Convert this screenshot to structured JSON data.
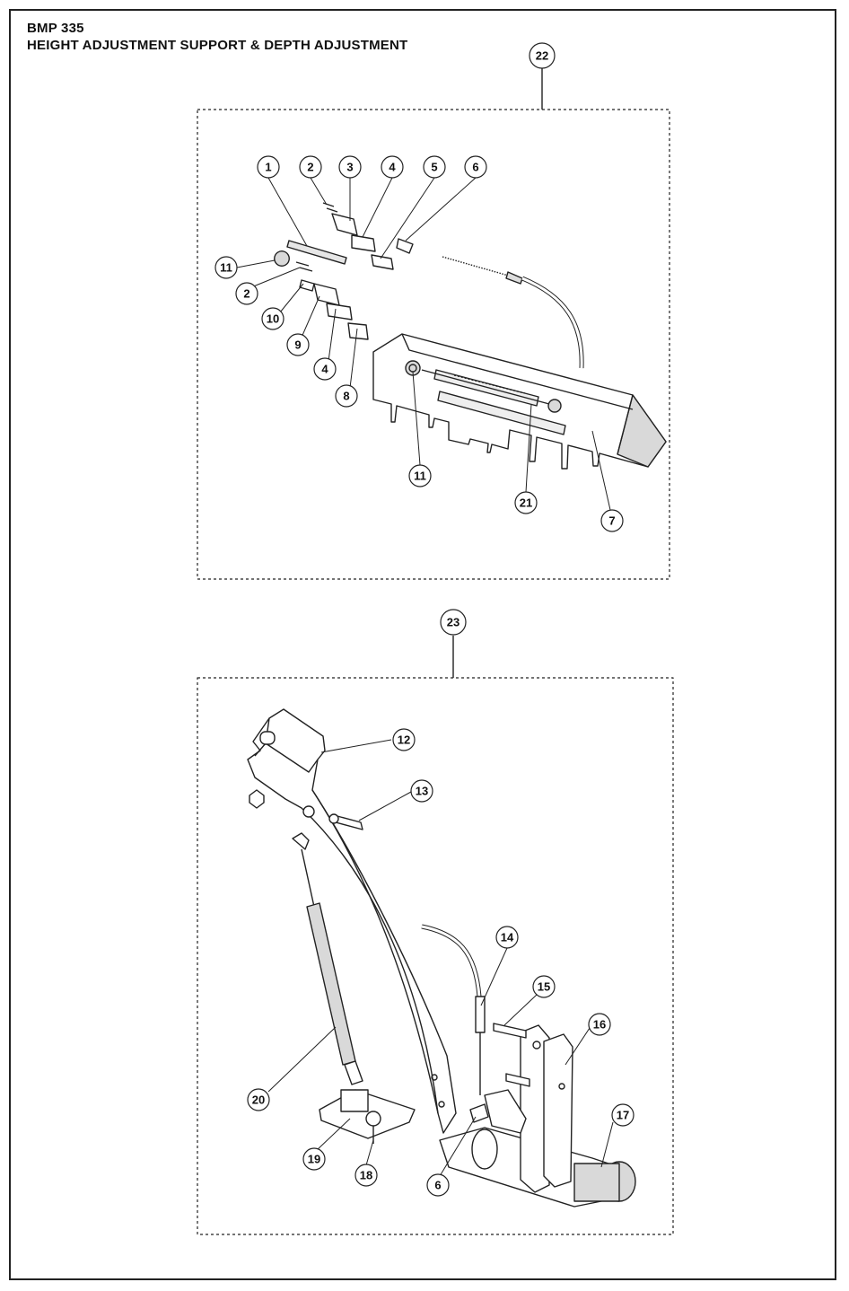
{
  "header": {
    "model": "BMP 335",
    "title": "HEIGHT ADJUSTMENT SUPPORT & DEPTH ADJUSTMENT"
  },
  "assemblies": [
    {
      "id": "top",
      "label": "22"
    },
    {
      "id": "bottom",
      "label": "23"
    }
  ],
  "callouts_top": [
    "1",
    "2",
    "3",
    "4",
    "5",
    "6",
    "11",
    "2",
    "10",
    "9",
    "4",
    "8",
    "11",
    "21",
    "7"
  ],
  "callouts_bottom": [
    "12",
    "13",
    "14",
    "15",
    "16",
    "17",
    "20",
    "19",
    "18",
    "6"
  ],
  "colors": {
    "line": "#222222",
    "shade": "#d9d9d9",
    "dark": "#9a9a9a"
  }
}
